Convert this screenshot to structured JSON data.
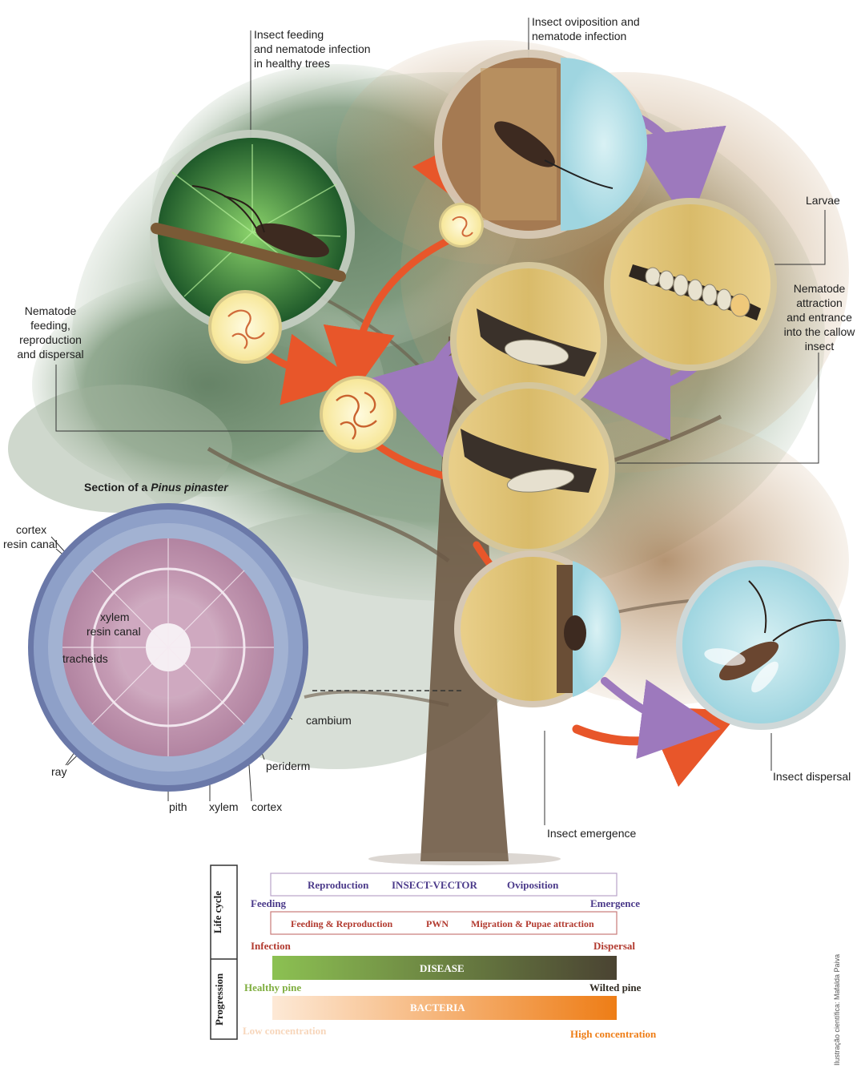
{
  "labels": {
    "insect_feeding": [
      "Insect feeding",
      "and nematode infection",
      "in healthy trees"
    ],
    "oviposition": [
      "Insect oviposition and",
      "nematode infection"
    ],
    "larvae": "Larvae",
    "nematode_feeding": [
      "Nematode",
      "feeding,",
      "reproduction",
      "and dispersal"
    ],
    "nematode_attraction": [
      "Nematode",
      "attraction",
      "and entrance",
      "into the callow",
      "insect"
    ],
    "insect_emergence": "Insect emergence",
    "insect_dispersal": "Insect dispersal"
  },
  "section": {
    "title_prefix": "Section of a ",
    "title_species": "Pinus pinaster",
    "cortex": "cortex",
    "resin_canal": "resin canal",
    "xylem_top": "xylem",
    "xylem_resin_canal": "resin canal",
    "tracheids": "tracheids",
    "cambium": "cambium",
    "ray": "ray",
    "periderm": "periderm",
    "pith": "pith",
    "xylem_bottom": "xylem",
    "cortex_bottom": "cortex"
  },
  "legend": {
    "life_cycle": "Life cycle",
    "progression": "Progression",
    "insect_bar": {
      "left": "Reproduction",
      "center": "INSECT-VECTOR",
      "right": "Oviposition"
    },
    "feeding": "Feeding",
    "emergence": "Emergence",
    "pwn_bar": {
      "left": "Feeding & Reproduction",
      "center": "PWN",
      "right": "Migration & Pupae attraction"
    },
    "infection": "Infection",
    "dispersal": "Dispersal",
    "disease": "DISEASE",
    "healthy_pine": "Healthy pine",
    "wilted_pine": "Wilted pine",
    "bacteria": "BACTERIA",
    "low_concentration": "Low concentration",
    "high_concentration": "High concentration"
  },
  "credit": "Ilustração científica: Mafalda Paiva",
  "colors": {
    "foliage": "#6f8a6e",
    "bark": "#8a6a4a",
    "wood": "#e3c77e",
    "sky": "#a9dde6",
    "arrow_orange": "#e8562a",
    "arrow_purple": "#9d79bd",
    "disease_start": "#8cc152",
    "disease_end": "#4a4332",
    "bacteria_start": "#fde9d6",
    "bacteria_end": "#ee7d16",
    "insect_text": "#4b3a8a",
    "pwn_text": "#b23a2f"
  }
}
